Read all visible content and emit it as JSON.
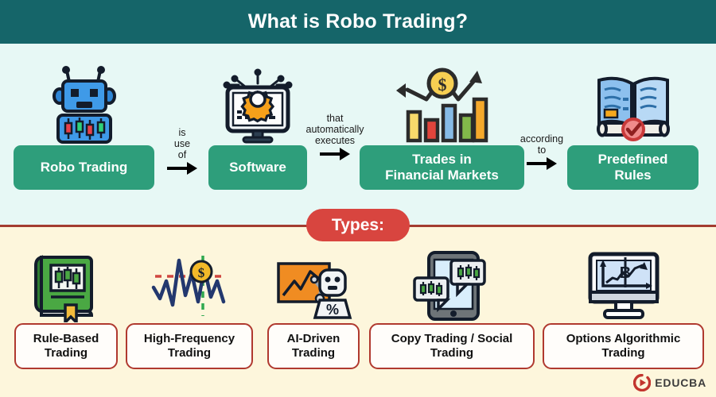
{
  "header": {
    "title": "What is Robo Trading?"
  },
  "colors": {
    "header_bg": "#156569",
    "top_bg": "#e7f8f5",
    "bottom_bg": "#fdf6dc",
    "box_green": "#2e9e7b",
    "pill_red": "#d8453f",
    "divider_maroon": "#a33c30",
    "card_border": "#b0392f"
  },
  "flow": {
    "steps": [
      {
        "label": "Robo Trading",
        "icon": "robot-candlestick-icon"
      },
      {
        "label": "Software",
        "icon": "monitor-gear-icon"
      },
      {
        "label": "Trades in\nFinancial Markets",
        "icon": "bar-chart-dollar-icon"
      },
      {
        "label": "Predefined\nRules",
        "icon": "open-book-seal-icon"
      }
    ],
    "connectors": [
      {
        "label": "is\nuse\nof",
        "icon": "arrow-right-icon"
      },
      {
        "label": "that\nautomatically\nexecutes",
        "icon": "arrow-right-icon"
      },
      {
        "label": "according\nto",
        "icon": "arrow-right-icon"
      }
    ]
  },
  "types_banner": {
    "label": "Types:"
  },
  "types": [
    {
      "label": "Rule-Based\nTrading",
      "icon": "green-book-candlestick-icon"
    },
    {
      "label": "High-Frequency\nTrading",
      "icon": "volatility-line-dollar-icon"
    },
    {
      "label": "AI-Driven\nTrading",
      "icon": "ai-robot-chart-icon"
    },
    {
      "label": "Copy Trading / Social\nTrading",
      "icon": "tablet-chat-candlestick-icon"
    },
    {
      "label": "Options Algorithmic\nTrading",
      "icon": "monitor-bitcoin-chart-icon"
    }
  ],
  "logo": {
    "text": "EDUCBA",
    "icon": "educba-play-circle-icon"
  }
}
